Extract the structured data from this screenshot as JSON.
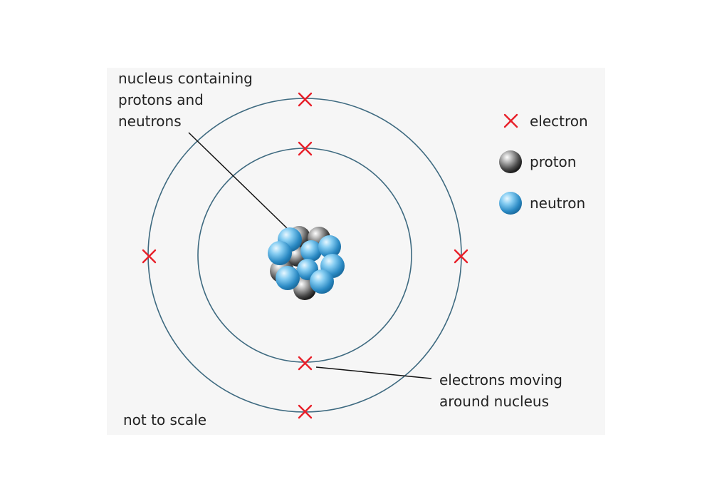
{
  "labels": {
    "nucleus_line1": "nucleus containing",
    "nucleus_line2": "protons and",
    "nucleus_line3": "neutrons",
    "electrons_line1": "electrons moving",
    "electrons_line2": "around nucleus",
    "not_to_scale": "not to scale"
  },
  "legend": {
    "electron": "electron",
    "proton": "proton",
    "neutron": "neutron"
  },
  "colors": {
    "background": "#f6f6f6",
    "orbit": "#3e6a80",
    "electron": "#e8202a",
    "proton": "#3a3a3a",
    "neutron": "#4aa8dc",
    "text": "#222222"
  },
  "counts": {
    "inner_shell_electrons": 2,
    "outer_shell_electrons": 4
  }
}
